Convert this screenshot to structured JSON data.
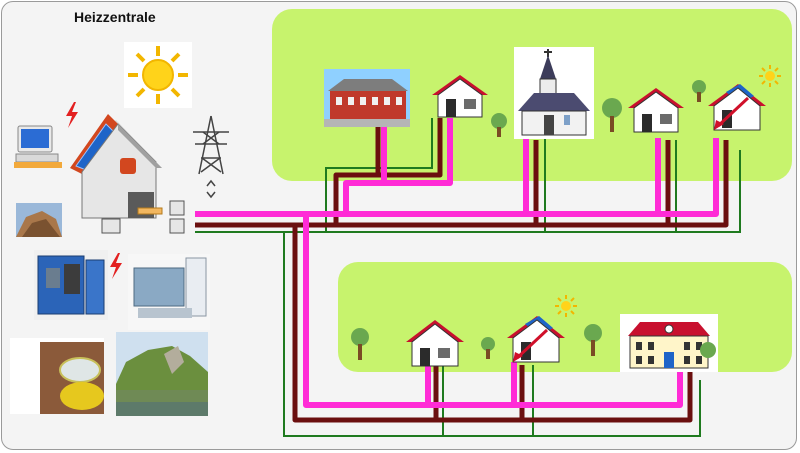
{
  "title": "Heizzentrale",
  "colors": {
    "background": "#f4f4f4",
    "zone_green": "#c7f36d",
    "pipe_supply": "#ff2bd6",
    "pipe_return": "#6b0f0f",
    "pipe_thin": "#1f7a1f",
    "roof_red": "#c8102e",
    "solar_blue": "#1e64c8"
  },
  "icons": [
    "sun-icon",
    "computer-icon",
    "lightning-icon",
    "solar-roof-house-icon",
    "power-pylon-icon",
    "wood-chips-photo",
    "chp-unit-photo",
    "heat-pump-photo",
    "storage-tank-photo",
    "landscape-photo",
    "school-building-icon",
    "house-icon",
    "church-icon",
    "tree-icon",
    "town-hall-icon"
  ]
}
